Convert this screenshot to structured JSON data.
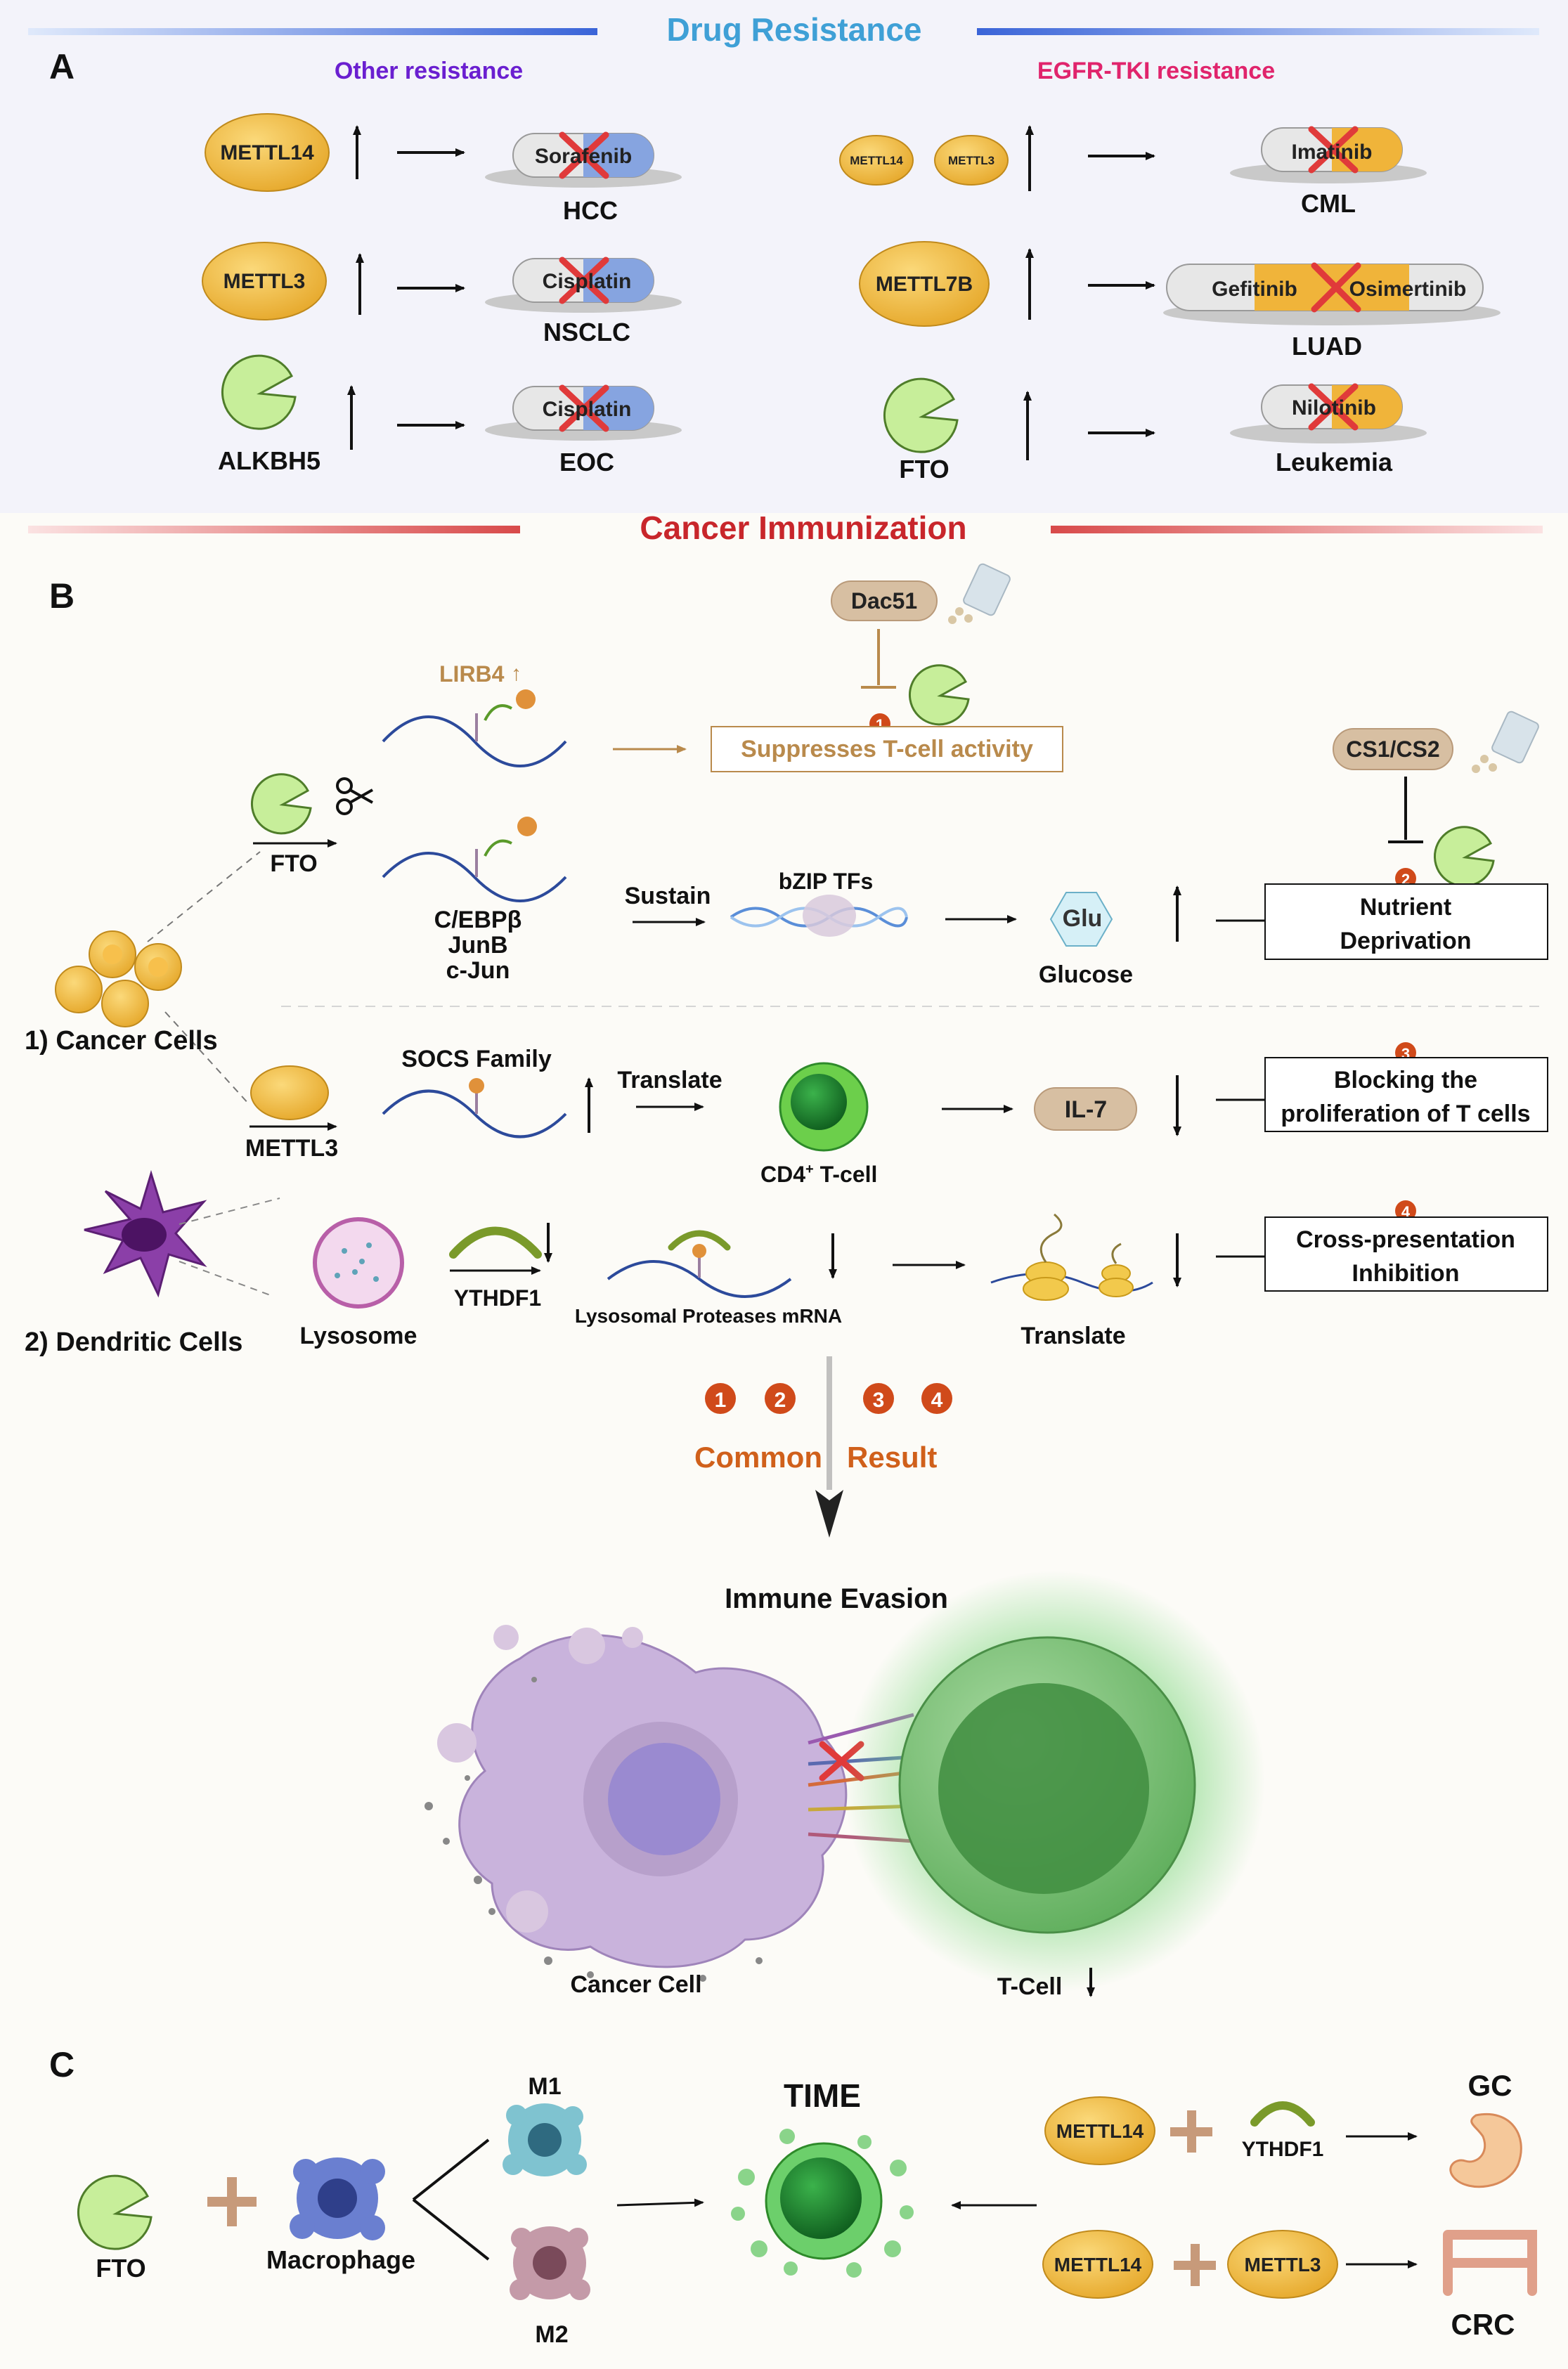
{
  "colors": {
    "title_blue": "#3fa0d6",
    "title_red": "#c8262b",
    "purple": "#6a1fd0",
    "magenta": "#e0246c",
    "brown": "#b98a4c",
    "orange_text": "#d0601b",
    "step_orange": "#d04a1a",
    "enzyme_gold": "#efb73a",
    "fto_green": "#c7ee9a",
    "tcell_green": "#3aa84a"
  },
  "sectionA": {
    "banner": "Drug Resistance",
    "label": "A",
    "left_heading": "Other resistance",
    "right_heading": "EGFR-TKI resistance",
    "rows_left": [
      {
        "enzyme": "METTL14",
        "drug": "Sorafenib",
        "disease": "HCC"
      },
      {
        "enzyme": "METTL3",
        "drug": "Cisplatin",
        "disease": "NSCLC"
      },
      {
        "enzyme": "ALKBH5",
        "drug": "Cisplatin",
        "disease": "EOC"
      }
    ],
    "rows_right": [
      {
        "enzymes": [
          "METTL14",
          "METTL3"
        ],
        "drug": "Imatinib",
        "disease": "CML"
      },
      {
        "enzyme": "METTL7B",
        "drugs": [
          "Gefitinib",
          "Osimertinib"
        ],
        "disease": "LUAD"
      },
      {
        "enzyme": "FTO",
        "drug": "Nilotinib",
        "disease": "Leukemia"
      }
    ]
  },
  "sectionB": {
    "banner": "Cancer Immunization",
    "label": "B",
    "dac51": "Dac51",
    "lirb4": "LIRB4",
    "up_arrow": "↑",
    "down_arrow": "↓",
    "step1": "1",
    "step2": "2",
    "step3": "3",
    "step4": "4",
    "suppress": "Suppresses T-cell activity",
    "fto": "FTO",
    "cs": "CS1/CS2",
    "targets": [
      "C/EBPβ",
      "JunB",
      "c-Jun"
    ],
    "sustain": "Sustain",
    "bzip": "bZIP TFs",
    "glu": "Glu",
    "glucose": "Glucose",
    "nutrient": [
      "Nutrient",
      "Deprivation"
    ],
    "cancer_cells": "1) Cancer Cells",
    "socs": "SOCS Family",
    "translate1": "Translate",
    "cd4_base": "CD4",
    "cd4_sup": "+",
    "cd4_tail": " T-cell",
    "il7": "IL-7",
    "blocking": [
      "Blocking the",
      "proliferation of T cells"
    ],
    "mettl3": "METTL3",
    "dendritic": "2) Dendritic Cells",
    "lysosome": "Lysosome",
    "ythdf1": "YTHDF1",
    "lyso_mrna": "Lysosomal Proteases mRNA",
    "translate2": "Translate",
    "cross": [
      "Cross-presentation",
      "Inhibition"
    ],
    "common": "Common",
    "result": "Result",
    "immune_evasion": "Immune Evasion",
    "cancer_cell": "Cancer Cell",
    "tcell": "T-Cell"
  },
  "sectionC": {
    "label": "C",
    "fto": "FTO",
    "macrophage": "Macrophage",
    "m1": "M1",
    "m2": "M2",
    "time": "TIME",
    "mettl14_a": "METTL14",
    "ythdf1": "YTHDF1",
    "gc": "GC",
    "mettl14_b": "METTL14",
    "mettl3": "METTL3",
    "crc": "CRC"
  }
}
